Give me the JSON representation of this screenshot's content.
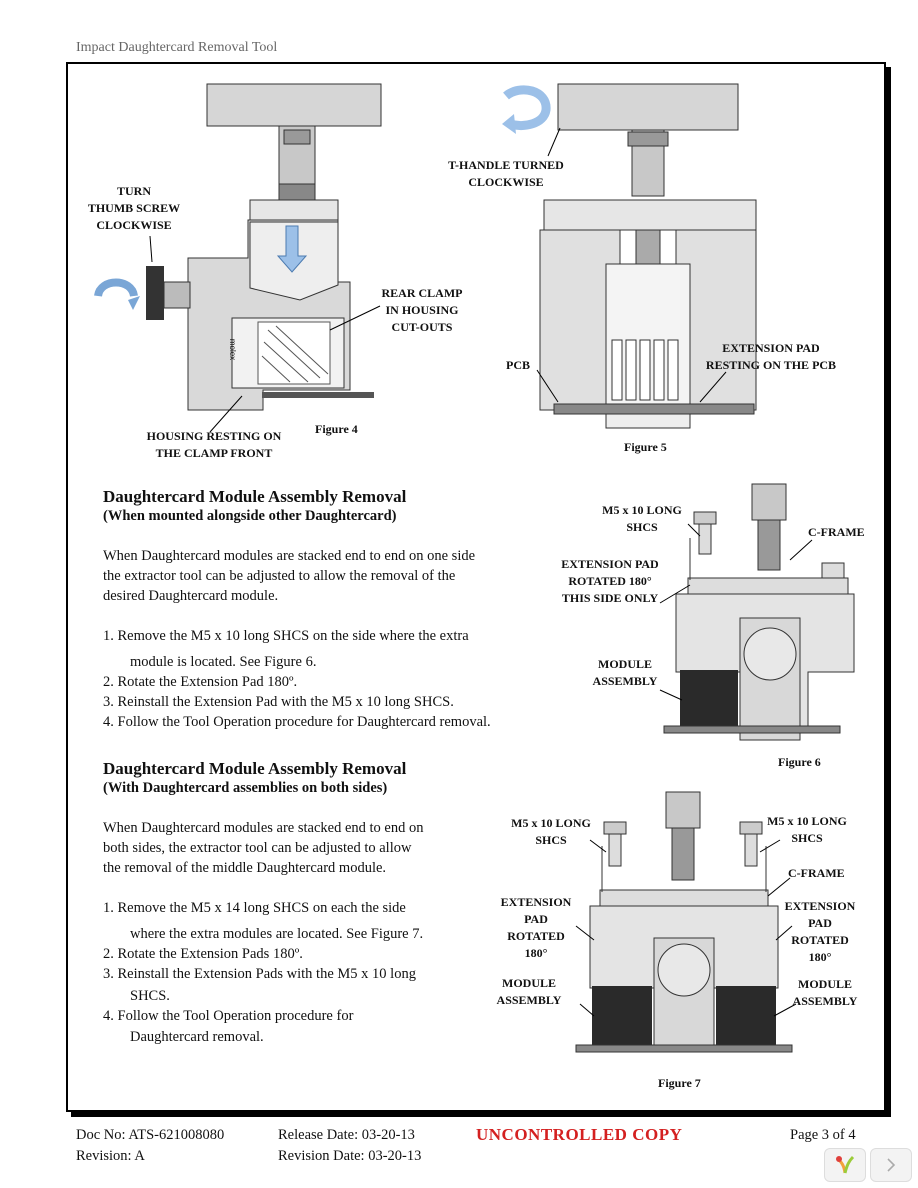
{
  "header": {
    "title": "Impact Daughtercard Removal Tool"
  },
  "figure4": {
    "caption": "Figure 4",
    "label_turn": [
      "TURN",
      "THUMB SCREW",
      "CLOCKWISE"
    ],
    "label_rear": [
      "REAR CLAMP",
      "IN HOUSING",
      "CUT-OUTS"
    ],
    "label_housing": [
      "HOUSING RESTING ON",
      "THE CLAMP FRONT"
    ],
    "brand": "molex"
  },
  "figure5": {
    "caption": "Figure 5",
    "label_thandle": [
      "T-HANDLE TURNED",
      "CLOCKWISE"
    ],
    "label_pcb": "PCB",
    "label_ext": [
      "EXTENSION PAD",
      "RESTING ON THE PCB"
    ]
  },
  "figure6": {
    "caption": "Figure 6",
    "label_screw": [
      "M5 x 10 LONG",
      "SHCS"
    ],
    "label_cframe": "C-FRAME",
    "label_ext": [
      "EXTENSION PAD",
      "ROTATED 180°",
      "THIS SIDE ONLY"
    ],
    "label_module": [
      "MODULE",
      "ASSEMBLY"
    ]
  },
  "figure7": {
    "caption": "Figure 7",
    "label_screw_left": [
      "M5 x 10 LONG",
      "SHCS"
    ],
    "label_screw_right": [
      "M5 x 10 LONG",
      "SHCS"
    ],
    "label_cframe": "C-FRAME",
    "label_ext_left": [
      "EXTENSION",
      "PAD",
      "ROTATED",
      "180°"
    ],
    "label_ext_right": [
      "EXTENSION",
      "PAD",
      "ROTATED",
      "180°"
    ],
    "label_module_left": [
      "MODULE",
      "ASSEMBLY"
    ],
    "label_module_right": [
      "MODULE",
      "ASSEMBLY"
    ]
  },
  "section1": {
    "title": "Daughtercard Module Assembly Removal",
    "subtitle": "(When mounted alongside other Daughtercard)",
    "intro": [
      "When Daughtercard modules are stacked end to end on one side",
      "the extractor tool can be adjusted to allow the removal of the",
      "desired Daughtercard module."
    ],
    "steps": [
      "1.  Remove the M5 x 10 long SHCS on the side where the extra",
      "module is located.  See Figure 6.",
      "2.  Rotate the Extension Pad 180º.",
      "3.  Reinstall the Extension Pad with the M5 x 10 long SHCS.",
      "4.  Follow the Tool Operation procedure for Daughtercard removal."
    ]
  },
  "section2": {
    "title": "Daughtercard Module Assembly Removal",
    "subtitle": "(With Daughtercard assemblies on both sides)",
    "intro": [
      "When Daughtercard modules are stacked end to end on",
      "both sides, the extractor tool can be adjusted to allow",
      "the removal of the middle Daughtercard module."
    ],
    "steps": [
      "1.  Remove the M5 x 14 long SHCS on each the side",
      "where the extra modules are located.  See Figure 7.",
      "2.  Rotate the Extension Pads 180º.",
      "3.  Reinstall the Extension Pads with the M5 x 10 long",
      "SHCS.",
      "4.  Follow the Tool Operation procedure for",
      "Daughtercard removal."
    ]
  },
  "footer": {
    "doc_no": "Doc No: ATS-621008080",
    "revision": "Revision: A",
    "release_date": "Release Date: 03-20-13",
    "revision_date": "Revision Date: 03-20-13",
    "uncontrolled": "UNCONTROLLED COPY",
    "page": "Page 3 of 4"
  },
  "colors": {
    "uncontrolled": "#d42020",
    "part_fill": "#d8d8d8",
    "arrow": "#7aa6d6"
  }
}
